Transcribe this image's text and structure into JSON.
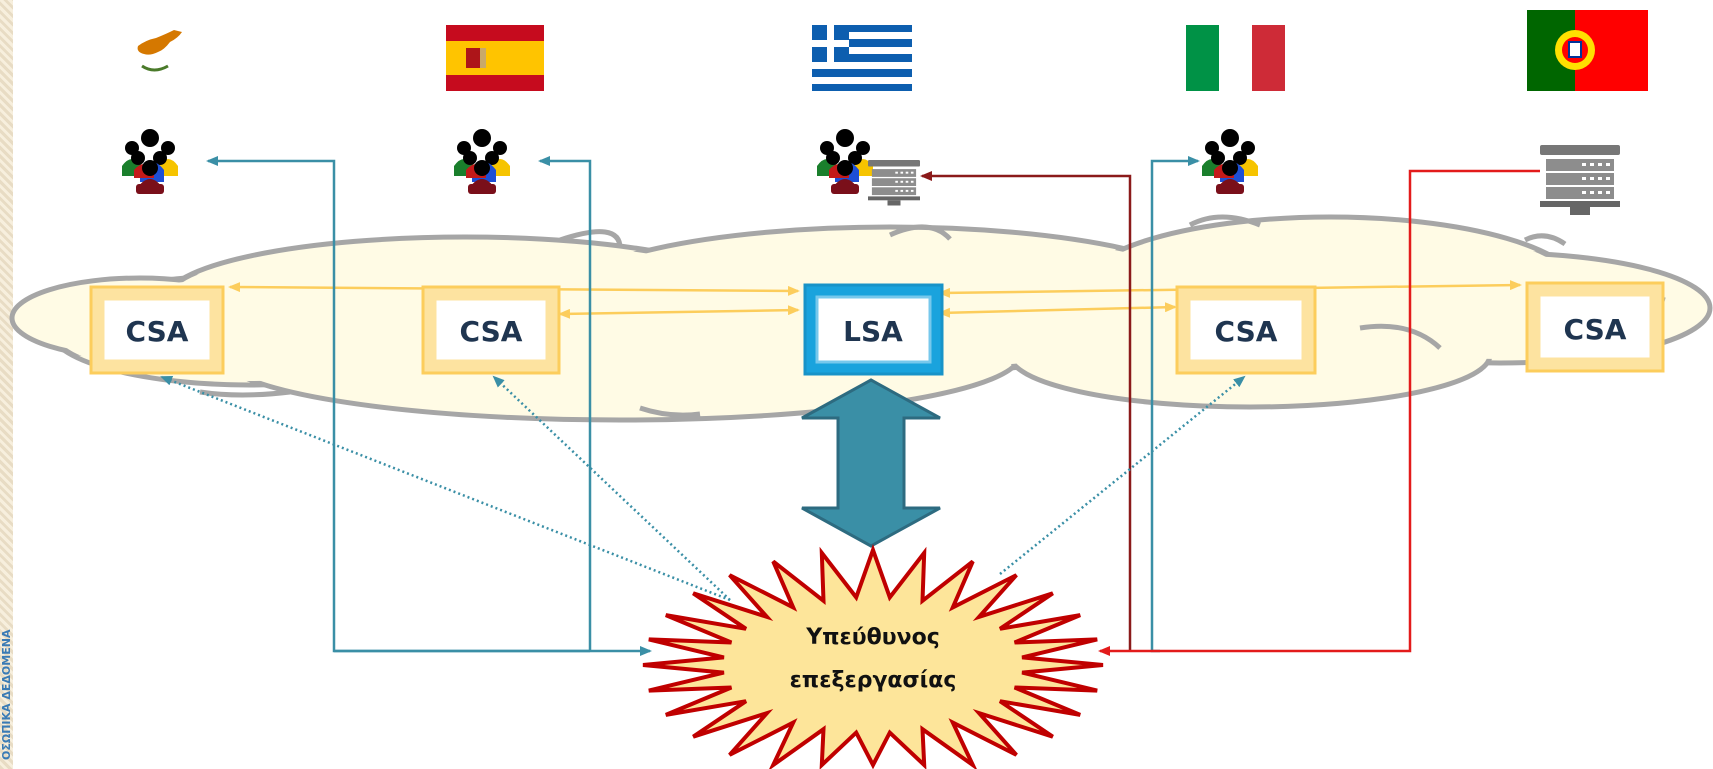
{
  "sidebar_label": "ΟΣΩΠΙΚΑ ΔΕΔΟΜΕΝΑ",
  "flags": [
    {
      "country": "Cyprus",
      "icon": "cyprus-flag-icon"
    },
    {
      "country": "Spain",
      "icon": "spain-flag-icon"
    },
    {
      "country": "Greece",
      "icon": "greece-flag-icon"
    },
    {
      "country": "Italy",
      "icon": "italy-flag-icon"
    },
    {
      "country": "Portugal",
      "icon": "portugal-flag-icon"
    }
  ],
  "authorities": {
    "cyprus": "CSA",
    "spain": "CSA",
    "greece": "LSA",
    "italy": "CSA",
    "portugal": "CSA"
  },
  "controller": {
    "line1": "Υπεύθυνος",
    "line2": "επεξεργασίας"
  },
  "colors": {
    "csa_border": "#fde3a0",
    "lsa_border": "#1aa3dd",
    "cloud_fill": "#fffbe5",
    "cloud_stroke": "#a6a6a6",
    "teal_arrow": "#3a8fa6",
    "darkred_arrow": "#8b1a1a",
    "red_arrow": "#e31b1b",
    "burst_fill": "#fde59a",
    "burst_stroke": "#c00000"
  }
}
